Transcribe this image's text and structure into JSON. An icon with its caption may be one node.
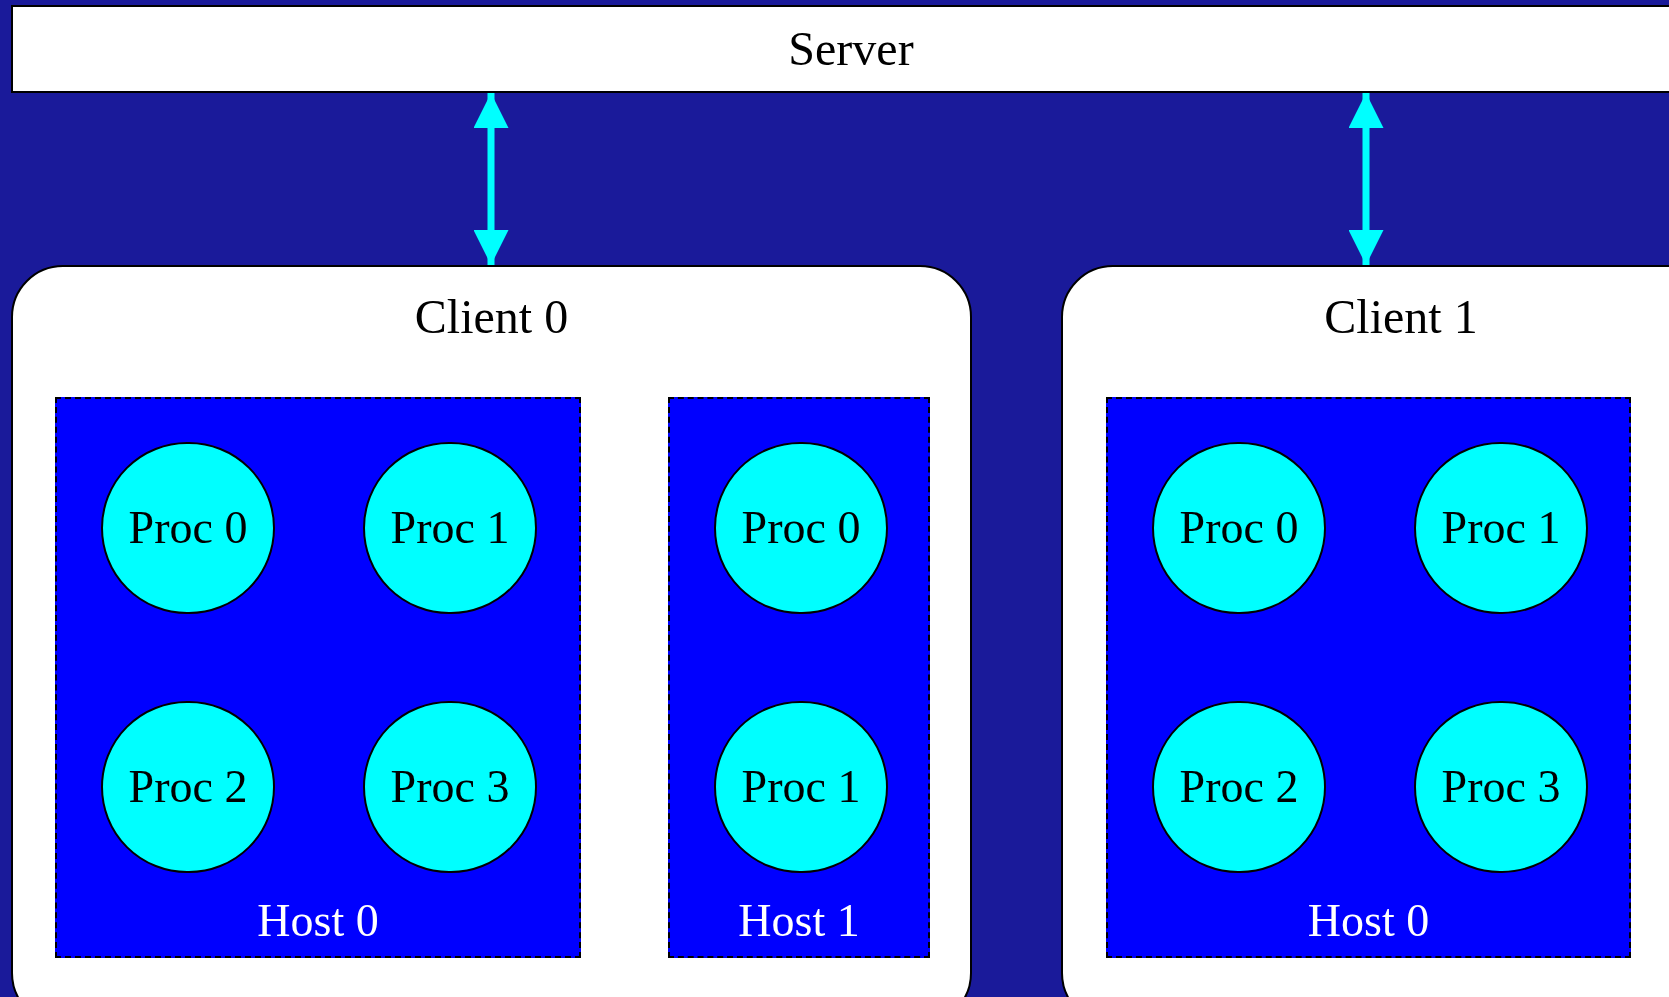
{
  "diagram": {
    "nodes": [
      {
        "text": [
          "Server"
        ]
      },
      {
        "text": [
          "Client 0"
        ]
      },
      {
        "text": [
          "Host 0"
        ],
        "in": 1
      },
      {
        "text": [
          "Proc 0"
        ],
        "in": 2
      },
      {
        "text": [
          "Proc 1"
        ],
        "in": 2
      },
      {
        "text": [
          "Proc 2"
        ],
        "in": 2
      },
      {
        "text": [
          "Proc 3"
        ],
        "in": 2
      },
      {
        "text": [
          "Host 1"
        ],
        "in": 1
      },
      {
        "text": [
          "Proc 0"
        ],
        "in": 7
      },
      {
        "text": [
          "Proc 1"
        ],
        "in": 7
      },
      {
        "text": [
          "Client 1"
        ]
      },
      {
        "text": [
          "Host 0"
        ],
        "in": 10
      },
      {
        "text": [
          "Proc 0"
        ],
        "in": 11
      },
      {
        "text": [
          "Proc 1"
        ],
        "in": 11
      },
      {
        "text": [
          "Proc 2"
        ],
        "in": 11
      },
      {
        "text": [
          "Proc 3"
        ],
        "in": 11
      }
    ],
    "edges": [
      {
        "from": 0,
        "to": 1,
        "arrow": "both"
      },
      {
        "from": 0,
        "to": 10,
        "arrow": "both"
      }
    ]
  }
}
